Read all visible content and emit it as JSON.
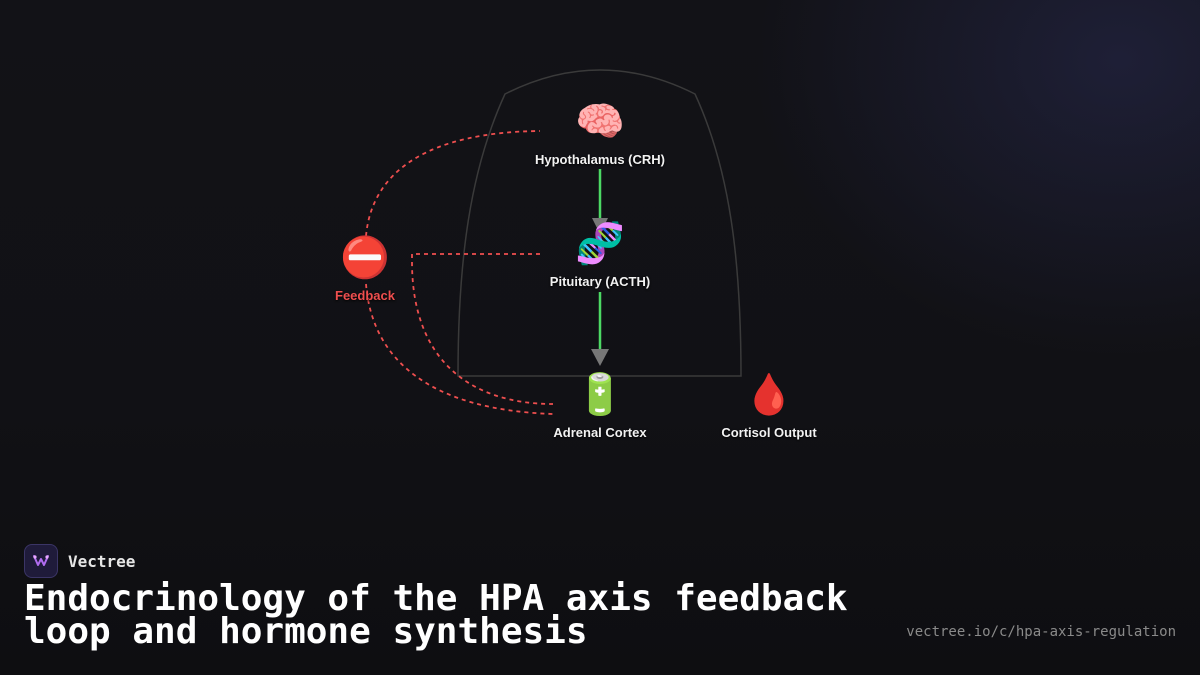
{
  "diagram": {
    "nodes": [
      {
        "id": "hypothalamus",
        "icon": "brain-icon",
        "emoji": "🧠",
        "label": "Hypothalamus (CRH)"
      },
      {
        "id": "pituitary",
        "icon": "dna-icon",
        "emoji": "🧬",
        "label": "Pituitary (ACTH)"
      },
      {
        "id": "adrenal",
        "icon": "battery-icon",
        "emoji": "🔋",
        "label": "Adrenal Cortex"
      },
      {
        "id": "cortisol",
        "icon": "blood-drop-icon",
        "emoji": "🩸",
        "label": "Cortisol Output"
      },
      {
        "id": "feedback",
        "icon": "no-entry-icon",
        "emoji": "⛔",
        "label": "Feedback"
      }
    ],
    "edges": [
      {
        "from": "hypothalamus",
        "to": "pituitary",
        "style": "solid",
        "color": "#4cd964"
      },
      {
        "from": "pituitary",
        "to": "adrenal",
        "style": "solid",
        "color": "#4cd964"
      },
      {
        "from": "feedback",
        "to": "hypothalamus",
        "style": "dashed",
        "color": "#ef4f4f"
      },
      {
        "from": "feedback",
        "to": "pituitary",
        "style": "dashed",
        "color": "#ef4f4f"
      },
      {
        "from": "feedback",
        "to": "adrenal",
        "style": "dashed",
        "color": "#ef4f4f"
      }
    ],
    "colors": {
      "inhibit": "#ef4f4f",
      "stimulate": "#4cd964",
      "arrowhead": "#777777",
      "outline": "#3a3a3a"
    }
  },
  "brand": {
    "name": "Vectree",
    "icon": "vectree-logo-icon"
  },
  "title": "Endocrinology of the HPA axis feedback loop and hormone synthesis",
  "url": "vectree.io/c/hpa-axis-regulation"
}
